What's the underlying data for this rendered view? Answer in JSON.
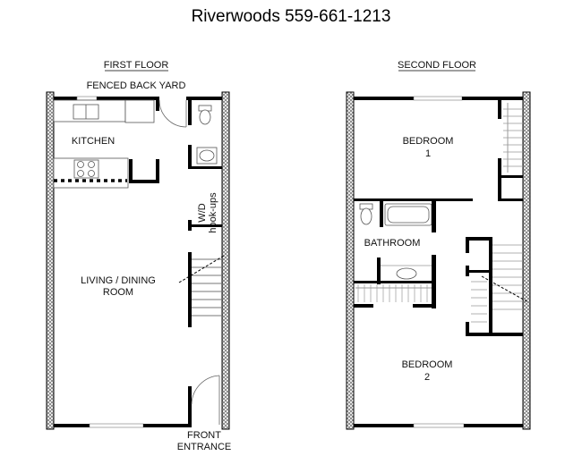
{
  "title": "Riverwoods 559-661-1213",
  "first_floor": {
    "heading": "FIRST FLOOR",
    "back_yard": "FENCED BACK YARD",
    "kitchen": "KITCHEN",
    "wd_line1": "W/D",
    "wd_line2": "hook-ups",
    "living_line1": "LIVING / DINING",
    "living_line2": "ROOM",
    "entrance_line1": "FRONT",
    "entrance_line2": "ENTRANCE"
  },
  "second_floor": {
    "heading": "SECOND FLOOR",
    "bedroom1_line1": "BEDROOM",
    "bedroom1_line2": "1",
    "bathroom": "BATHROOM",
    "bedroom2_line1": "BEDROOM",
    "bedroom2_line2": "2"
  }
}
